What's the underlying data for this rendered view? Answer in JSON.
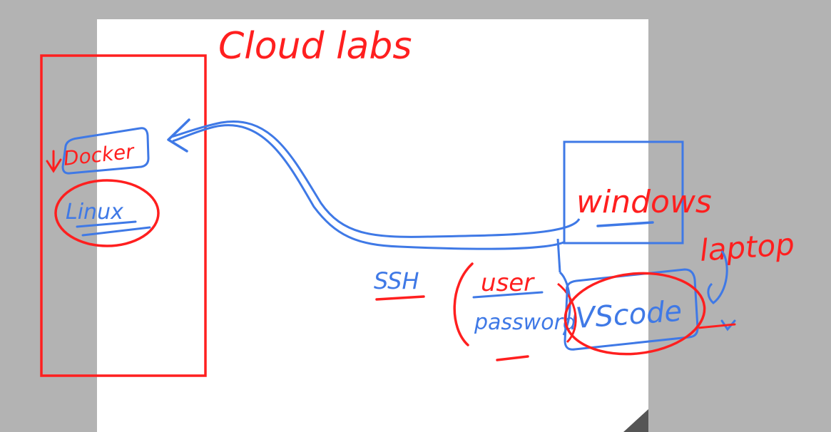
{
  "colors": {
    "background": "#b3b3b3",
    "page": "#ffffff",
    "ink_red": "#ff1f1f",
    "ink_blue": "#3f79e6",
    "corner": "#555555"
  },
  "labels": {
    "title": "Cloud labs",
    "docker": "Docker",
    "linux": "Linux",
    "windows": "windows",
    "laptop": "laptop",
    "ssh": "SSH",
    "user": "user",
    "password": "password",
    "vscode": "VScode"
  }
}
